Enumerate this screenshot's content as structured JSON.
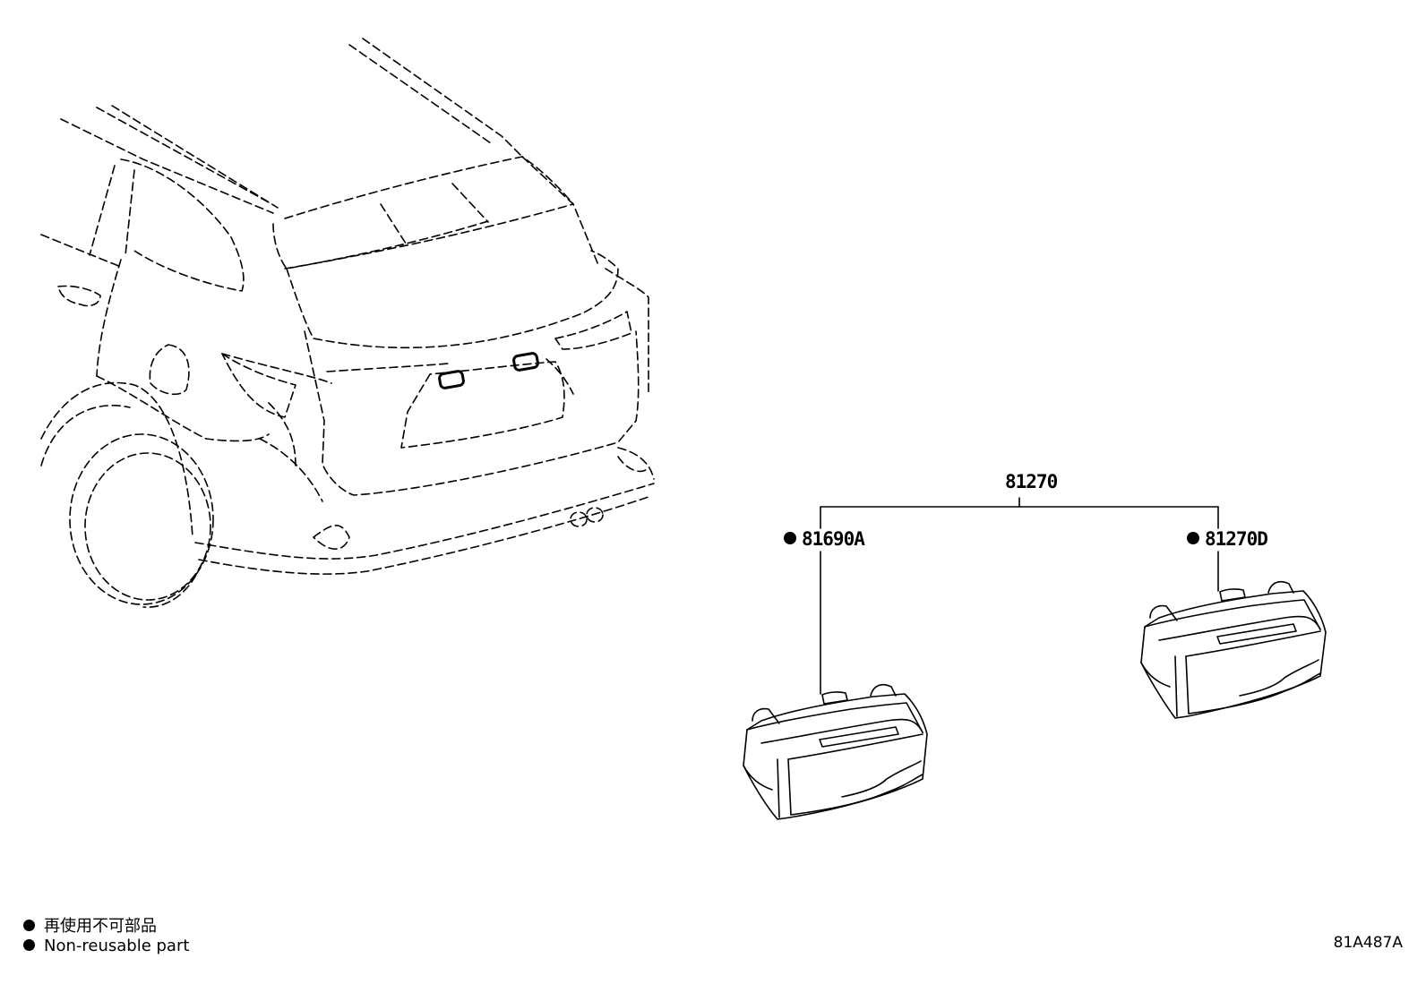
{
  "callouts": {
    "assembly": "81270",
    "left_part": "81690A",
    "right_part": "81270D"
  },
  "legend": {
    "line1": "再使用不可部品",
    "line2": "Non-reusable part"
  },
  "illustration_code": "81A487A"
}
